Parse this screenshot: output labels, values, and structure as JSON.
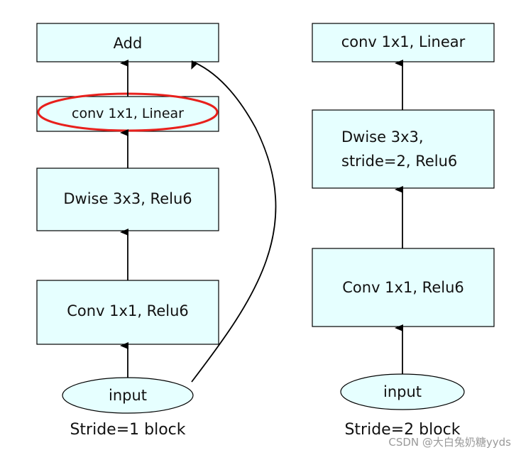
{
  "left_block": {
    "add": "Add",
    "conv_linear": "conv 1x1, Linear",
    "dwise": "Dwise 3x3, Relu6",
    "conv_relu": "Conv 1x1, Relu6",
    "input": "input",
    "caption": "Stride=1 block"
  },
  "right_block": {
    "conv_linear": "conv 1x1, Linear",
    "dwise_line1": "Dwise 3x3,",
    "dwise_line2": "stride=2, Relu6",
    "conv_relu": "Conv 1x1, Relu6",
    "input": "input",
    "caption": "Stride=2 block"
  },
  "highlight": {
    "color": "#e8201c"
  },
  "node_fill": "#e6ffff",
  "watermark": "CSDN @大白兔奶糖yyds"
}
